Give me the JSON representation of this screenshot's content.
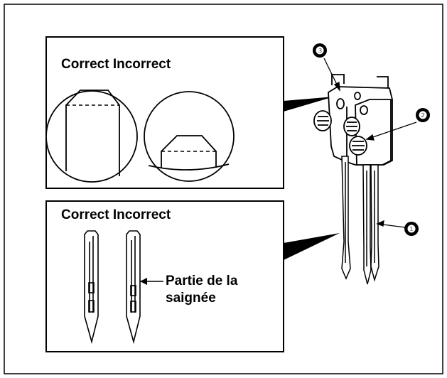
{
  "panels": {
    "top": {
      "heading": "Correct Incorrect"
    },
    "bottom": {
      "heading": "Correct Incorrect"
    }
  },
  "annotation": {
    "line1": "Partie de la",
    "line2": "saignée"
  },
  "callouts": [
    {
      "number": "❸",
      "part": "needle-clamp-hole"
    },
    {
      "number": "❷",
      "part": "set-screw"
    },
    {
      "number": "❶",
      "part": "needle"
    }
  ],
  "colors": {
    "ink": "#000000",
    "paper": "#ffffff",
    "callout_fill": "#000000"
  }
}
